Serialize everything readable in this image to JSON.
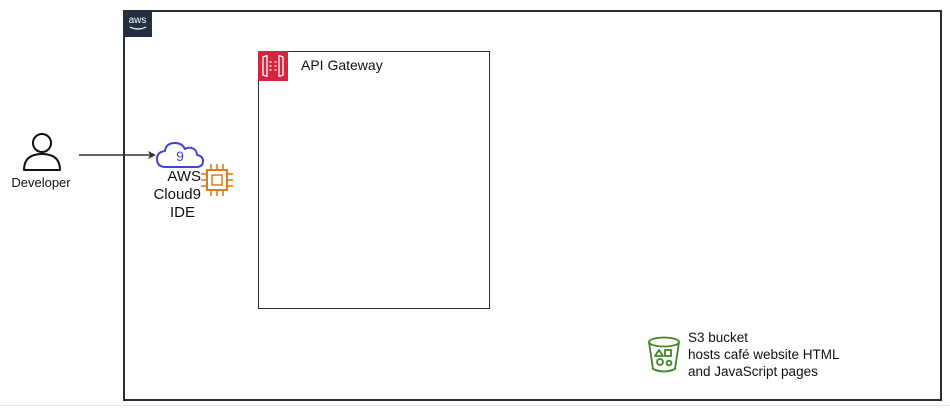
{
  "aws_cloud": {
    "logo_text": "aws",
    "border_color": "#232f3e"
  },
  "developer": {
    "label": "Developer"
  },
  "cloud9": {
    "lines": [
      "AWS",
      "Cloud9",
      "IDE"
    ],
    "icon_color": "#3b48cc",
    "instance_color": "#e07b1c"
  },
  "api_gateway": {
    "label": "API Gateway",
    "icon_color": "#d6243c"
  },
  "s3": {
    "lines": [
      "S3 bucket",
      "hosts café website HTML",
      "and JavaScript pages"
    ],
    "icon_color": "#3f8624"
  }
}
